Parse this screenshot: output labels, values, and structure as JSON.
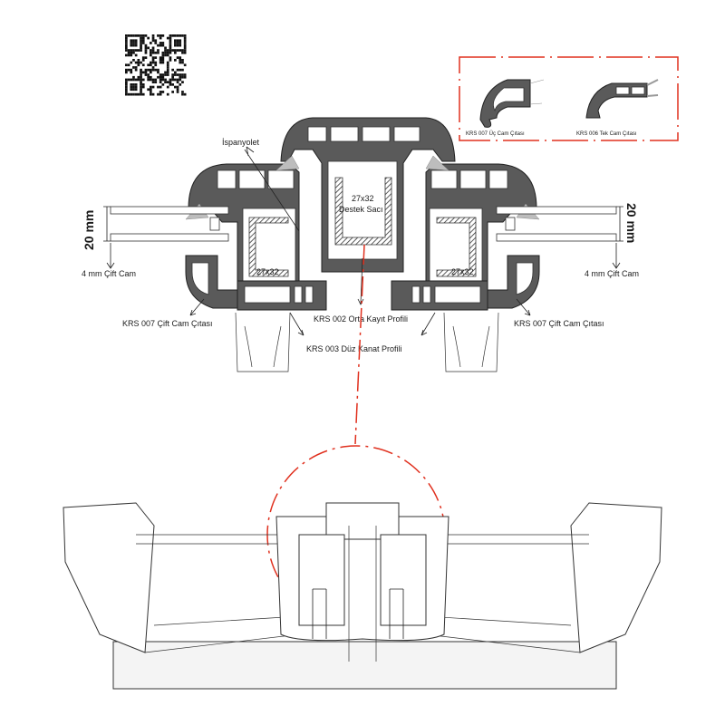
{
  "colors": {
    "accent_red": "#e0301e",
    "profile": "#5a5a5a"
  },
  "qr": {
    "icon": "qr-code-icon"
  },
  "inset": {
    "items": [
      {
        "label": "KRS 007 Üç Cam Çıtası"
      },
      {
        "label": "KRS 006 Tek Cam Çıtası"
      }
    ]
  },
  "section": {
    "espagnolette": "İspanyolet",
    "support_size": "27x32",
    "support_label": "Destek Sacı",
    "left_steel": "27x32",
    "right_steel": "27x32",
    "glass_thickness_left": "20 mm",
    "glass_thickness_right": "20 mm",
    "glass_left": "4 mm Çift Cam",
    "glass_right": "4 mm Çift Cam",
    "bead_left": "KRS 007 Çift Cam Çıtası",
    "bead_right": "KRS 007 Çift Cam Çıtası",
    "mullion": "KRS 002 Orta Kayıt Profili",
    "sash": "KRS 003 Düz Kanat Profili"
  }
}
